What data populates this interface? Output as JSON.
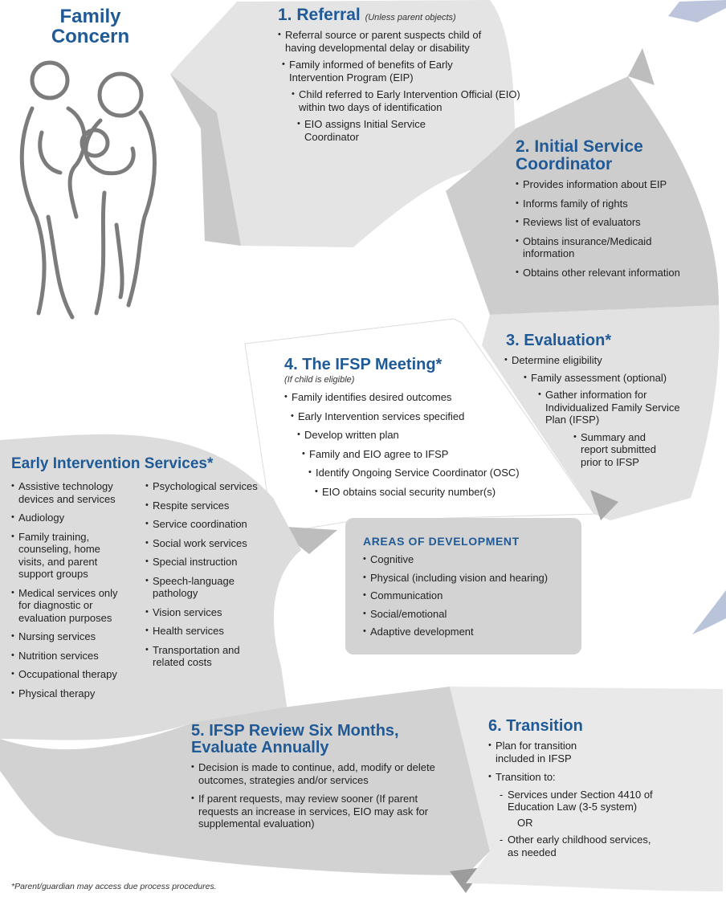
{
  "family": {
    "title_line1": "Family",
    "title_line2": "Concern"
  },
  "step1": {
    "title": "1. Referral",
    "subtitle": "(Unless parent objects)",
    "items": [
      "Referral source or parent suspects child of having developmental delay or disability",
      "Family informed of benefits of Early Intervention Program (EIP)",
      "Child referred to Early Intervention Official (EIO) within two days of identification",
      "EIO assigns Initial Service Coordinator"
    ]
  },
  "step2": {
    "title_line1": "2. Initial Service",
    "title_line2": "Coordinator",
    "items": [
      "Provides information about EIP",
      "Informs family of rights",
      "Reviews list of evaluators",
      "Obtains insurance/Medicaid information",
      "Obtains other relevant information"
    ]
  },
  "step3": {
    "title": "3. Evaluation*",
    "items": [
      "Determine eligibility",
      "Family assessment (optional)",
      "Gather information for Individualized Family Service Plan (IFSP)",
      "Summary and report submitted prior to IFSP"
    ]
  },
  "step4": {
    "title": "4. The IFSP Meeting*",
    "subtitle": "(If child is eligible)",
    "items": [
      "Family identifies desired outcomes",
      "Early Intervention services specified",
      "Develop written plan",
      "Family and EIO agree to IFSP",
      "Identify Ongoing Service Coordinator (OSC)",
      "EIO obtains social security number(s)"
    ]
  },
  "areas": {
    "title": "AREAS OF DEVELOPMENT",
    "items": [
      "Cognitive",
      "Physical (including vision and hearing)",
      "Communication",
      "Social/emotional",
      "Adaptive development"
    ]
  },
  "services": {
    "title": "Early Intervention Services*",
    "col1": [
      "Assistive technology devices and services",
      "Audiology",
      "Family training, counseling, home visits, and parent support groups",
      "Medical services only for diagnostic or evaluation purposes",
      "Nursing services",
      "Nutrition services",
      "Occupational therapy",
      "Physical therapy"
    ],
    "col2": [
      "Psychological services",
      "Respite services",
      "Service coordination",
      "Social work services",
      "Special instruction",
      "Speech-language pathology",
      "Vision services",
      "Health services",
      "Transportation and related costs"
    ]
  },
  "step5": {
    "title_line1": "5. IFSP Review Six Months,",
    "title_line2": "Evaluate Annually",
    "items": [
      "Decision is made to continue, add, modify or delete outcomes, strategies and/or services",
      "If parent requests, may review sooner (If parent requests an increase in services, EIO may ask for supplemental evaluation)"
    ]
  },
  "step6": {
    "title": "6. Transition",
    "items": [
      "Plan for transition included in IFSP",
      "Transition to:"
    ],
    "sub_items": [
      "Services under Section 4410 of Education Law (3-5 system)",
      "OR",
      "Other early childhood services, as needed"
    ]
  },
  "footnote": "*Parent/guardian may access due process procedures.",
  "colors": {
    "title_blue": "#1f5a96",
    "panel_light": "#e2e2e2",
    "panel_mid": "#cfcfcf",
    "panel_dark": "#b9b9b9",
    "star": "#b9c3da"
  }
}
